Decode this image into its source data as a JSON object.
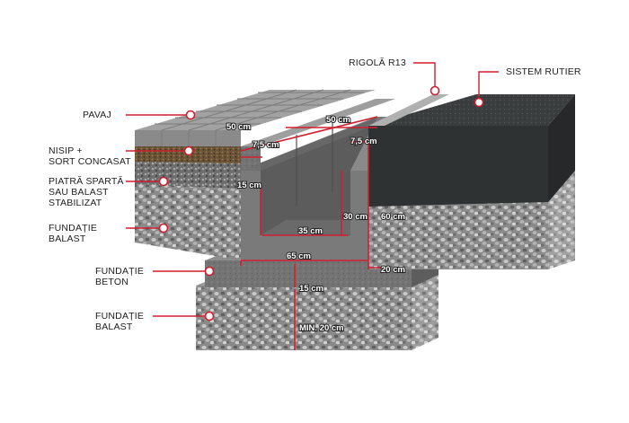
{
  "colors": {
    "callout_line": "#d01f2f",
    "dimension_line": "#d01f2f",
    "marker_fill": "#ffffff",
    "paver": "#9a9a9a",
    "asphalt": "#3a3d3e",
    "concrete": "#6f6f6f",
    "gravel": "#8d8d8d",
    "sand": "#7a5a3a"
  },
  "labels": {
    "pavaj": "PAVAJ",
    "nisip": [
      "NISIP +",
      "SORT CONCASAT"
    ],
    "piatra": [
      "PIATRĂ SPARTĂ",
      "SAU BALAST",
      "STABILIZAT"
    ],
    "fundatie_balast_top": [
      "FUNDAȚIE",
      "BALAST"
    ],
    "fundatie_beton": [
      "FUNDAȚIE",
      "BETON"
    ],
    "fundatie_balast_bottom": [
      "FUNDAȚIE",
      "BALAST"
    ],
    "rigola": "RIGOLĂ R13",
    "sistem_rutier": "SISTEM RUTIER"
  },
  "dimensions": {
    "d50_left": "50 cm",
    "d50_right": "50 cm",
    "d75_left": "7,5 cm",
    "d75_right": "7,5 cm",
    "d15_side": "15 cm",
    "d30": "30 cm",
    "d60": "60 cm",
    "d35": "35 cm",
    "d65": "65 cm",
    "d20": "20 cm",
    "d15_beton": "15 cm",
    "dmin20": "MIN. 20 cm"
  }
}
